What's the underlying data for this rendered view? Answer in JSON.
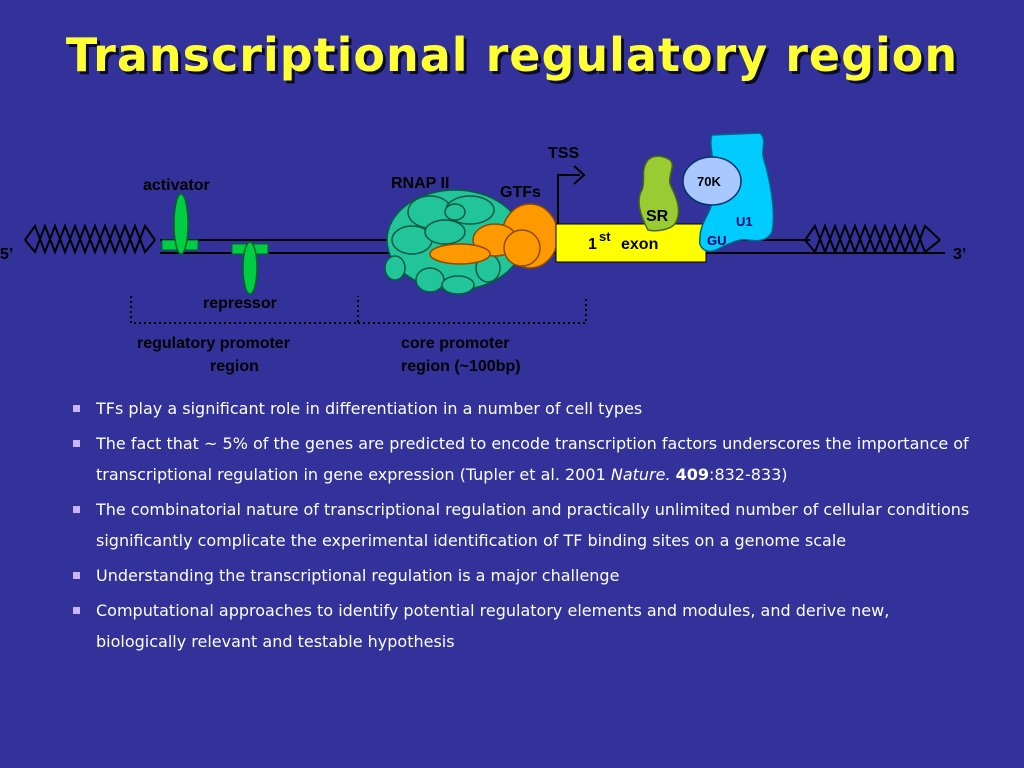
{
  "title": "Transcriptional regulatory region",
  "diagram": {
    "five_prime": "5’",
    "three_prime": "3’",
    "activator": "activator",
    "repressor": "repressor",
    "rnap": "RNAP II",
    "gtfs": "GTFs",
    "tss": "TSS",
    "exon_num": "1",
    "exon_sup": "st",
    "exon_word": "exon",
    "sr": "SR",
    "k70": "70K",
    "u1": "U1",
    "gu": "GU",
    "reg_promoter_1": "regulatory promoter",
    "reg_promoter_2": "region",
    "core_promoter_1": "core promoter",
    "core_promoter_2": "region (~100bp)"
  },
  "bullets": [
    {
      "text": "TFs play a significant role in differentiation in a number of cell types"
    },
    {
      "pre": "The fact that ~ 5% of the genes are predicted to encode transcription factors underscores the importance of transcriptional regulation in gene expression (Tupler et al. 2001 ",
      "journal": "Nature.",
      "volume": "409",
      "pages": ":832-833)"
    },
    {
      "text": "The combinatorial nature of transcriptional regulation and practically unlimited number of cellular conditions significantly complicate the experimental identification of TF binding sites on a genome scale"
    },
    {
      "text": "Understanding the transcriptional regulation is a major challenge"
    },
    {
      "text": "Computational approaches to identify potential regulatory elements and modules, and derive new, biologically relevant and testable hypothesis"
    }
  ],
  "colors": {
    "background": "#32329a",
    "title": "#ffff33",
    "activator": "#00cc44",
    "rnap": "#22c49a",
    "gtfs": "#ff9900",
    "exon": "#ffff00",
    "sr": "#99cc33",
    "u1": "#00ccff",
    "k70": "#a8c8ff",
    "bullet_marker": "#c8b4ff"
  }
}
